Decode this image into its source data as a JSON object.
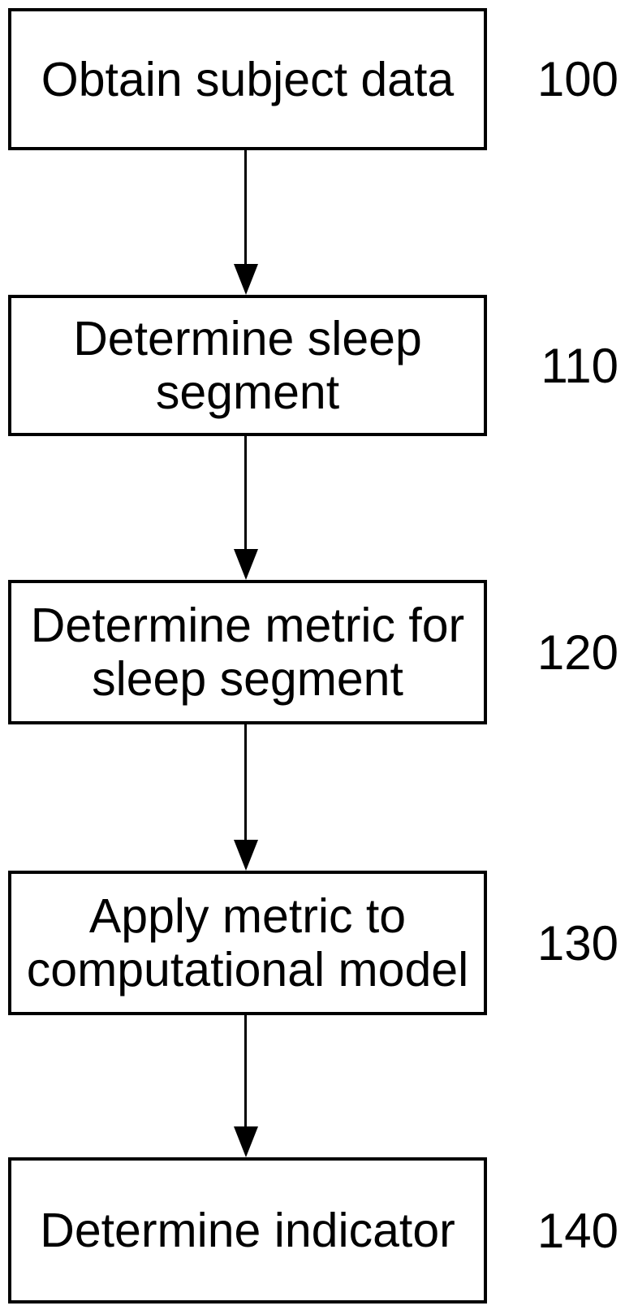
{
  "figure": {
    "type": "flowchart",
    "colors": {
      "line": "#000000",
      "background": "#ffffff"
    },
    "steps": [
      {
        "name": "obtain-subject-data",
        "lines": [
          "Obtain subject data"
        ],
        "ref": "100"
      },
      {
        "name": "determine-sleep-segment",
        "lines": [
          "Determine sleep",
          "segment"
        ],
        "ref": "110"
      },
      {
        "name": "determine-metric",
        "lines": [
          "Determine metric for",
          "sleep segment"
        ],
        "ref": "120"
      },
      {
        "name": "apply-metric-to-model",
        "lines": [
          "Apply metric to",
          "computational model"
        ],
        "ref": "130"
      },
      {
        "name": "determine-indicator",
        "lines": [
          "Determine indicator"
        ],
        "ref": "140"
      }
    ]
  }
}
